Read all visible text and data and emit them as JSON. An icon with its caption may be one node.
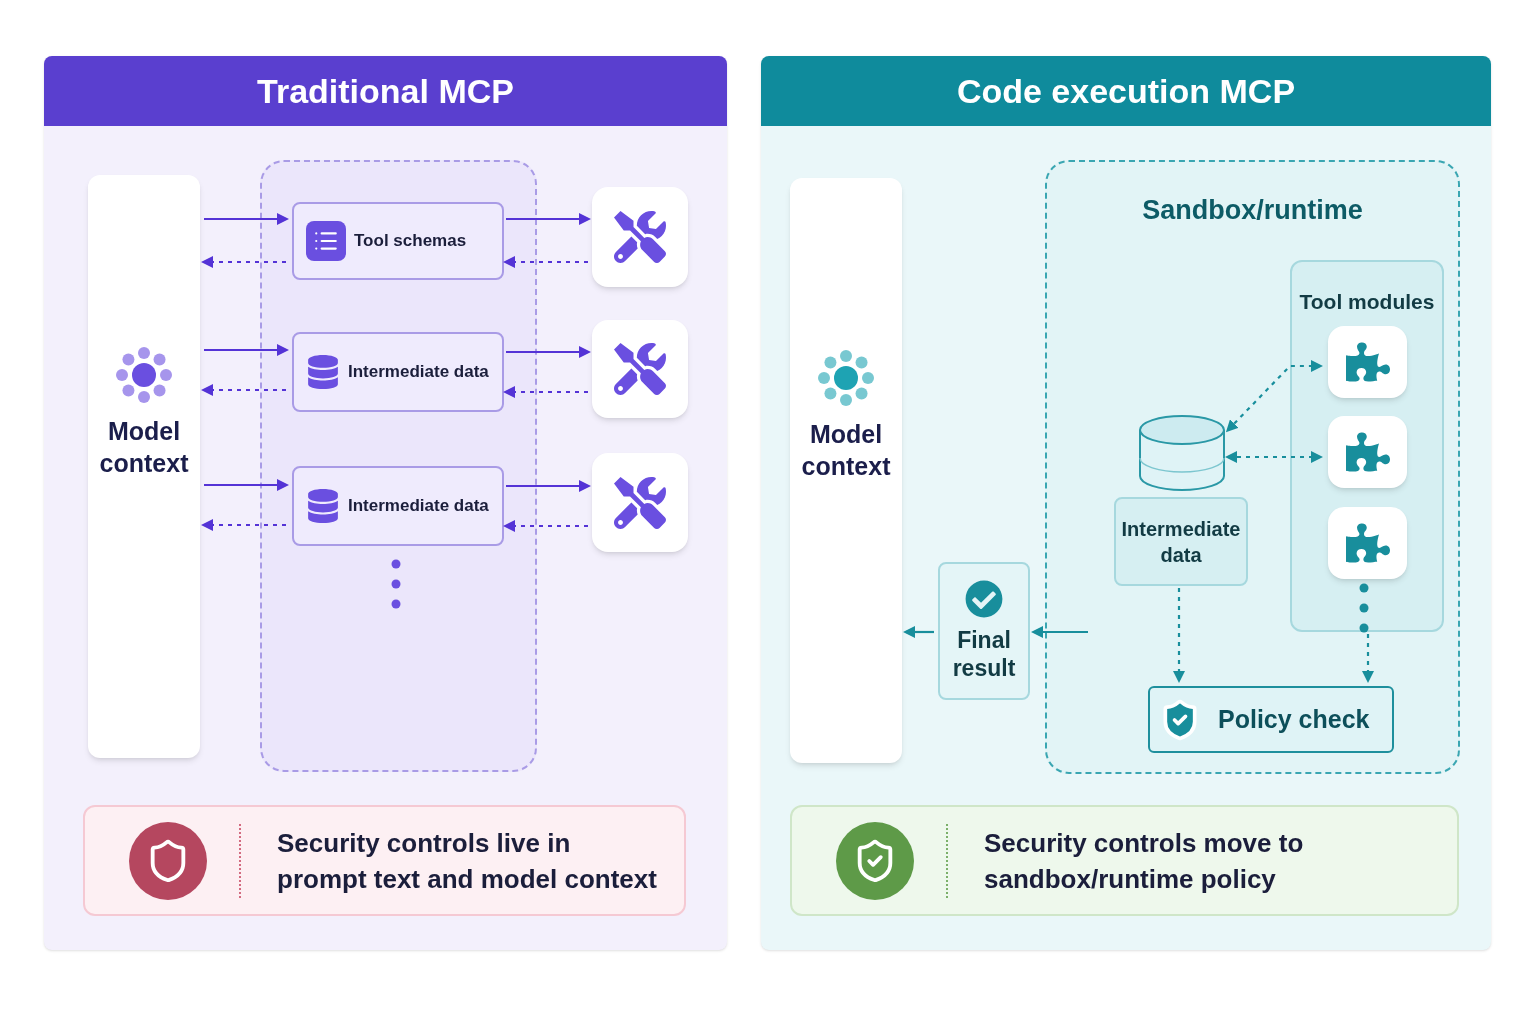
{
  "diagram": {
    "nodes": [
      {
        "text": [
          "Traditional MCP"
        ]
      },
      {
        "text": [
          "Model context"
        ],
        "in": 0
      },
      {
        "text": [],
        "shape": "box",
        "in": 0
      },
      {
        "text": [
          "Tool schemas"
        ],
        "in": 2
      },
      {
        "text": [
          "Intermediate data"
        ],
        "in": 2
      },
      {
        "text": [
          "Intermediate data"
        ],
        "in": 2
      },
      {
        "text": [],
        "shape": "box",
        "in": 0
      },
      {
        "text": [],
        "shape": "box",
        "in": 0
      },
      {
        "text": [],
        "shape": "box",
        "in": 0
      },
      {
        "text": [
          "Security controls live in prompt text and model context"
        ],
        "in": 0
      },
      {
        "text": [
          "Code execution MCP"
        ]
      },
      {
        "text": [
          "Model context"
        ],
        "in": 10
      },
      {
        "text": [
          "Sandbox/runtime"
        ],
        "in": 10
      },
      {
        "text": [
          "Tool modules"
        ],
        "in": 12
      },
      {
        "text": [],
        "shape": "box",
        "in": 13
      },
      {
        "text": [],
        "shape": "box",
        "in": 13
      },
      {
        "text": [],
        "shape": "box",
        "in": 13
      },
      {
        "text": [],
        "shape": "cylinder",
        "in": 12
      },
      {
        "text": [
          "Intermediate data"
        ],
        "in": 12
      },
      {
        "text": [
          "Policy check"
        ],
        "in": 12
      },
      {
        "text": [
          "Final result"
        ],
        "in": 10
      },
      {
        "text": [
          "Security controls move to sandbox/runtime policy"
        ],
        "in": 10
      }
    ],
    "edges": [
      {
        "from": 1,
        "to": 3,
        "arrow": "to",
        "color": "#5433d6"
      },
      {
        "from": 3,
        "to": 1,
        "arrow": "to",
        "style": "dashed",
        "color": "#5433d6"
      },
      {
        "from": 3,
        "to": 6,
        "arrow": "to",
        "color": "#5433d6"
      },
      {
        "from": 6,
        "to": 3,
        "arrow": "to",
        "style": "dashed",
        "color": "#5433d6"
      },
      {
        "from": 1,
        "to": 4,
        "arrow": "to",
        "color": "#5433d6"
      },
      {
        "from": 4,
        "to": 1,
        "arrow": "to",
        "style": "dashed",
        "color": "#5433d6"
      },
      {
        "from": 4,
        "to": 7,
        "arrow": "to",
        "color": "#5433d6"
      },
      {
        "from": 7,
        "to": 4,
        "arrow": "to",
        "style": "dashed",
        "color": "#5433d6"
      },
      {
        "from": 1,
        "to": 5,
        "arrow": "to",
        "color": "#5433d6"
      },
      {
        "from": 5,
        "to": 1,
        "arrow": "to",
        "style": "dashed",
        "color": "#5433d6"
      },
      {
        "from": 5,
        "to": 8,
        "arrow": "to",
        "color": "#5433d6"
      },
      {
        "from": 8,
        "to": 5,
        "arrow": "to",
        "style": "dashed",
        "color": "#5433d6"
      },
      {
        "from": 17,
        "to": 14,
        "arrow": "both",
        "style": "dashed",
        "color": "#188e9c"
      },
      {
        "from": 17,
        "to": 15,
        "arrow": "both",
        "style": "dashed",
        "color": "#188e9c"
      },
      {
        "from": 18,
        "to": 19,
        "arrow": "to",
        "style": "dashed",
        "color": "#188e9c"
      },
      {
        "from": 13,
        "to": 19,
        "arrow": "to",
        "style": "dashed",
        "color": "#188e9c"
      },
      {
        "from": null,
        "to": 20,
        "arrow": "to",
        "color": "#188e9c"
      },
      {
        "from": 20,
        "to": 11,
        "arrow": "to",
        "color": "#188e9c"
      }
    ]
  }
}
